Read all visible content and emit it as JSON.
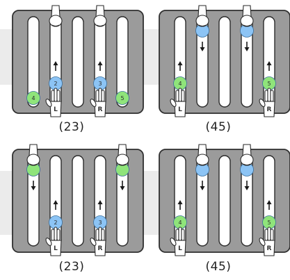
{
  "colors": {
    "panel": "#9b9b9b",
    "panel_stroke": "#2f2f2f",
    "slot": "#ffffff",
    "blue_token": "#8cc4f5",
    "green_token": "#8fe47a",
    "band": "#ebebeb"
  },
  "panels": [
    {
      "caption": "(23)",
      "tokens": [
        {
          "slot": 1,
          "pos": "bottom",
          "label": "4",
          "color": "green"
        },
        {
          "slot": 2,
          "pos": "mid",
          "label": "2",
          "color": "blue",
          "arrow": "up"
        },
        {
          "slot": 4,
          "pos": "mid",
          "label": "3",
          "color": "blue",
          "arrow": "up"
        },
        {
          "slot": 5,
          "pos": "bottom",
          "label": "5",
          "color": "green"
        }
      ],
      "hands": [
        {
          "slot": 2,
          "at": "top",
          "label": ""
        },
        {
          "slot": 4,
          "at": "top",
          "label": ""
        },
        {
          "slot": 2,
          "at": "bottom",
          "label": "L"
        },
        {
          "slot": 4,
          "at": "bottom",
          "label": "R"
        }
      ]
    },
    {
      "caption": "(45)",
      "tokens": [
        {
          "slot": 2,
          "pos": "top",
          "label": "",
          "color": "blue",
          "arrow": "down"
        },
        {
          "slot": 4,
          "pos": "top",
          "label": "",
          "color": "blue",
          "arrow": "down"
        },
        {
          "slot": 1,
          "pos": "mid",
          "label": "4",
          "color": "green",
          "arrow": "up"
        },
        {
          "slot": 5,
          "pos": "mid",
          "label": "5",
          "color": "green",
          "arrow": "up"
        }
      ],
      "hands": [
        {
          "slot": 2,
          "at": "top",
          "label": ""
        },
        {
          "slot": 4,
          "at": "top",
          "label": ""
        },
        {
          "slot": 1,
          "at": "bottom",
          "label": "L"
        },
        {
          "slot": 5,
          "at": "bottom",
          "label": "R"
        }
      ]
    },
    {
      "caption": "(23)",
      "tokens": [
        {
          "slot": 1,
          "pos": "top",
          "label": "",
          "color": "green",
          "arrow": "down"
        },
        {
          "slot": 5,
          "pos": "top",
          "label": "",
          "color": "green",
          "arrow": "down"
        },
        {
          "slot": 2,
          "pos": "mid",
          "label": "2",
          "color": "blue",
          "arrow": "up"
        },
        {
          "slot": 4,
          "pos": "mid",
          "label": "3",
          "color": "blue",
          "arrow": "up"
        }
      ],
      "hands": [
        {
          "slot": 1,
          "at": "top",
          "label": ""
        },
        {
          "slot": 5,
          "at": "top",
          "label": ""
        },
        {
          "slot": 2,
          "at": "bottom",
          "label": "L"
        },
        {
          "slot": 4,
          "at": "bottom",
          "label": "R"
        }
      ]
    },
    {
      "caption": "(45)",
      "tokens": [
        {
          "slot": 2,
          "pos": "top",
          "label": "",
          "color": "blue",
          "arrow": "down"
        },
        {
          "slot": 4,
          "pos": "top",
          "label": "",
          "color": "blue",
          "arrow": "down"
        },
        {
          "slot": 1,
          "pos": "mid",
          "label": "4",
          "color": "green",
          "arrow": "up"
        },
        {
          "slot": 5,
          "pos": "mid",
          "label": "5",
          "color": "green",
          "arrow": "up"
        }
      ],
      "hands": [
        {
          "slot": 2,
          "at": "top",
          "label": ""
        },
        {
          "slot": 4,
          "at": "top",
          "label": ""
        },
        {
          "slot": 1,
          "at": "bottom",
          "label": "L"
        },
        {
          "slot": 5,
          "at": "bottom",
          "label": "R"
        }
      ]
    }
  ]
}
